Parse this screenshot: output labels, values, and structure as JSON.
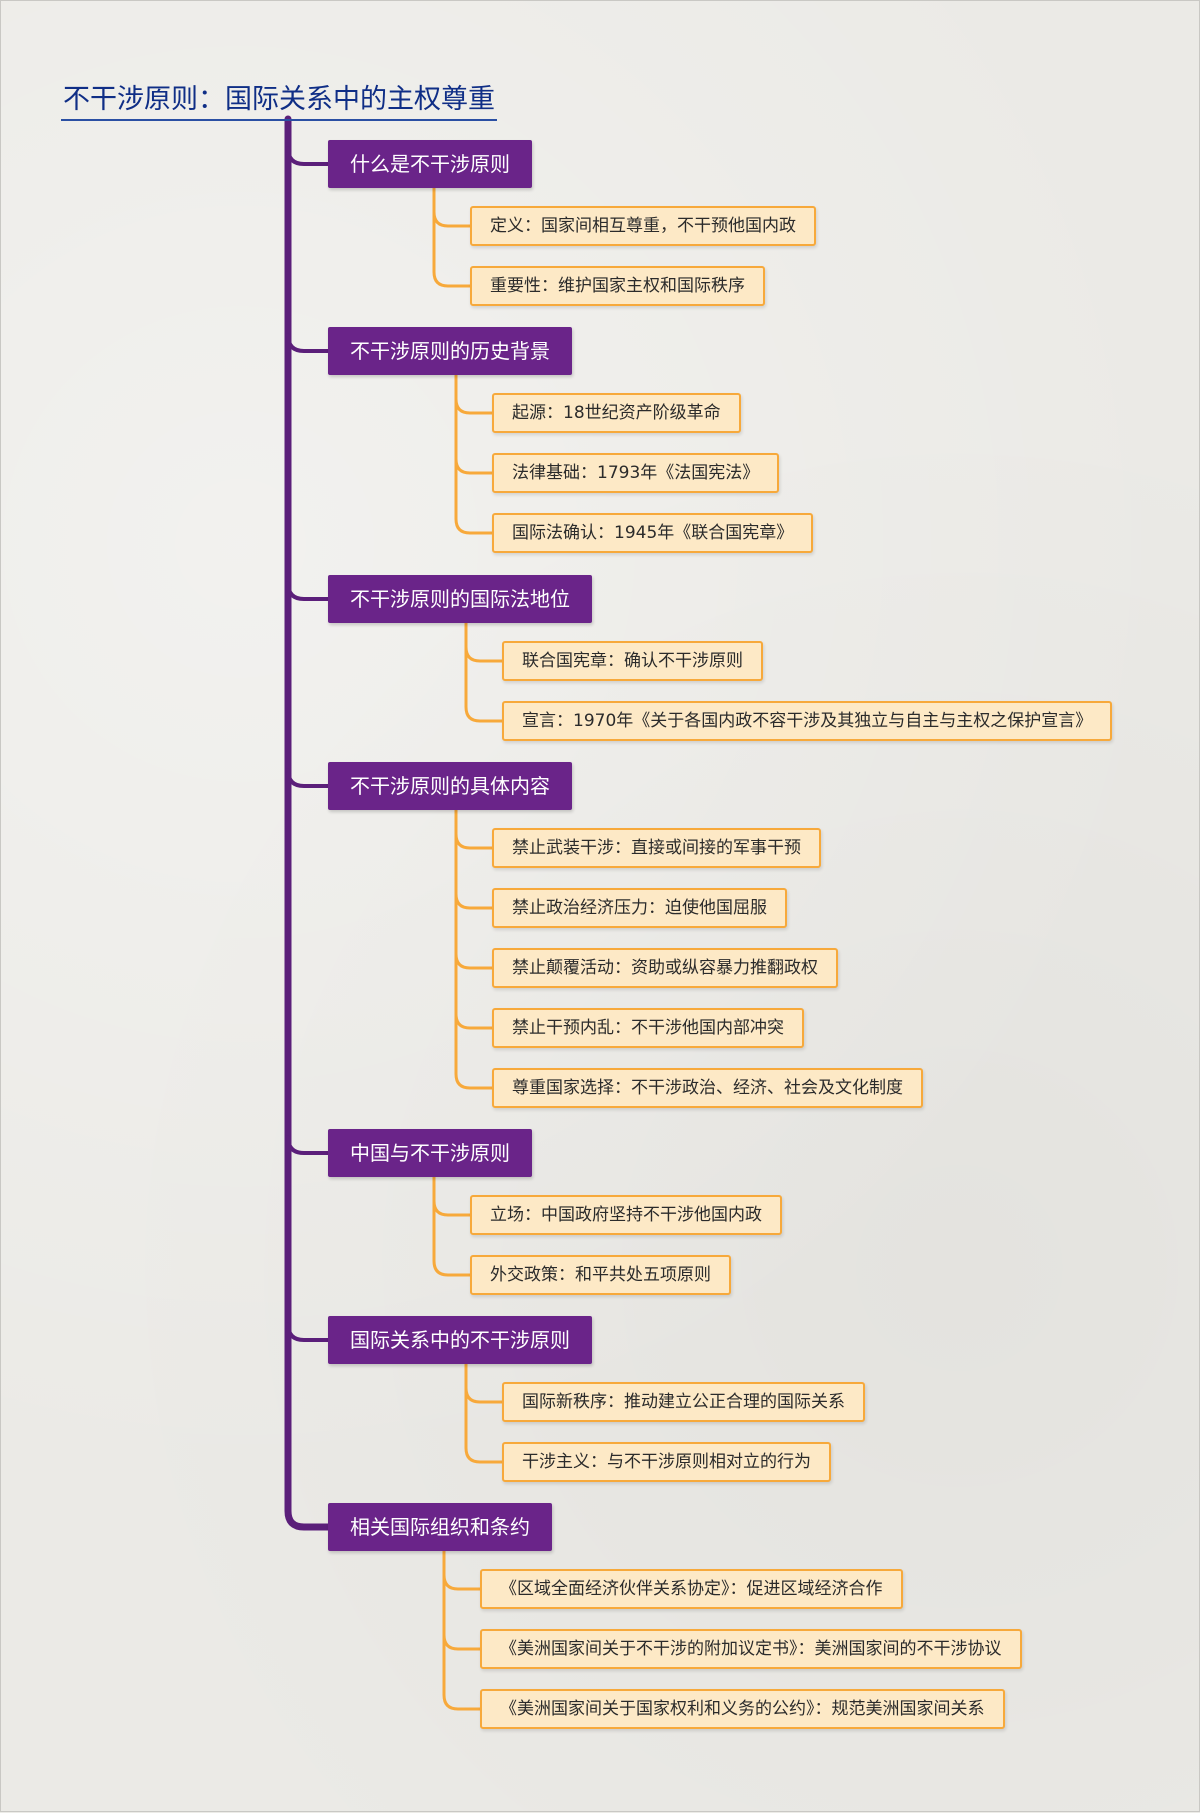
{
  "title": "不干涉原则：国际关系中的主权尊重",
  "colors": {
    "trunk": "#5b1f7a",
    "category_bg": "#6a2489",
    "leaf_border": "#f7a93b",
    "leaf_bg": "#fde9c6",
    "title_text": "#0f2e86"
  },
  "categories": [
    {
      "label": "什么是不干涉原则",
      "items": [
        "定义：国家间相互尊重，不干预他国内政",
        "重要性：维护国家主权和国际秩序"
      ]
    },
    {
      "label": "不干涉原则的历史背景",
      "items": [
        "起源：18世纪资产阶级革命",
        "法律基础：1793年《法国宪法》",
        "国际法确认：1945年《联合国宪章》"
      ]
    },
    {
      "label": "不干涉原则的国际法地位",
      "items": [
        "联合国宪章：确认不干涉原则",
        "宣言：1970年《关于各国内政不容干涉及其独立与自主与主权之保护宣言》"
      ]
    },
    {
      "label": "不干涉原则的具体内容",
      "items": [
        "禁止武装干涉：直接或间接的军事干预",
        "禁止政治经济压力：迫使他国屈服",
        "禁止颠覆活动：资助或纵容暴力推翻政权",
        "禁止干预内乱：不干涉他国内部冲突",
        "尊重国家选择：不干涉政治、经济、社会及文化制度"
      ]
    },
    {
      "label": "中国与不干涉原则",
      "items": [
        "立场：中国政府坚持不干涉他国内政",
        "外交政策：和平共处五项原则"
      ]
    },
    {
      "label": "国际关系中的不干涉原则",
      "items": [
        "国际新秩序：推动建立公正合理的国际关系",
        "干涉主义：与不干涉原则相对立的行为"
      ]
    },
    {
      "label": "相关国际组织和条约",
      "items": [
        "《区域全面经济伙伴关系协定》：促进区域经济合作",
        "《美洲国家间关于不干涉的附加议定书》：美洲国家间的不干涉协议",
        "《美洲国家间关于国家权利和义务的公约》：规范美洲国家间关系"
      ]
    }
  ]
}
